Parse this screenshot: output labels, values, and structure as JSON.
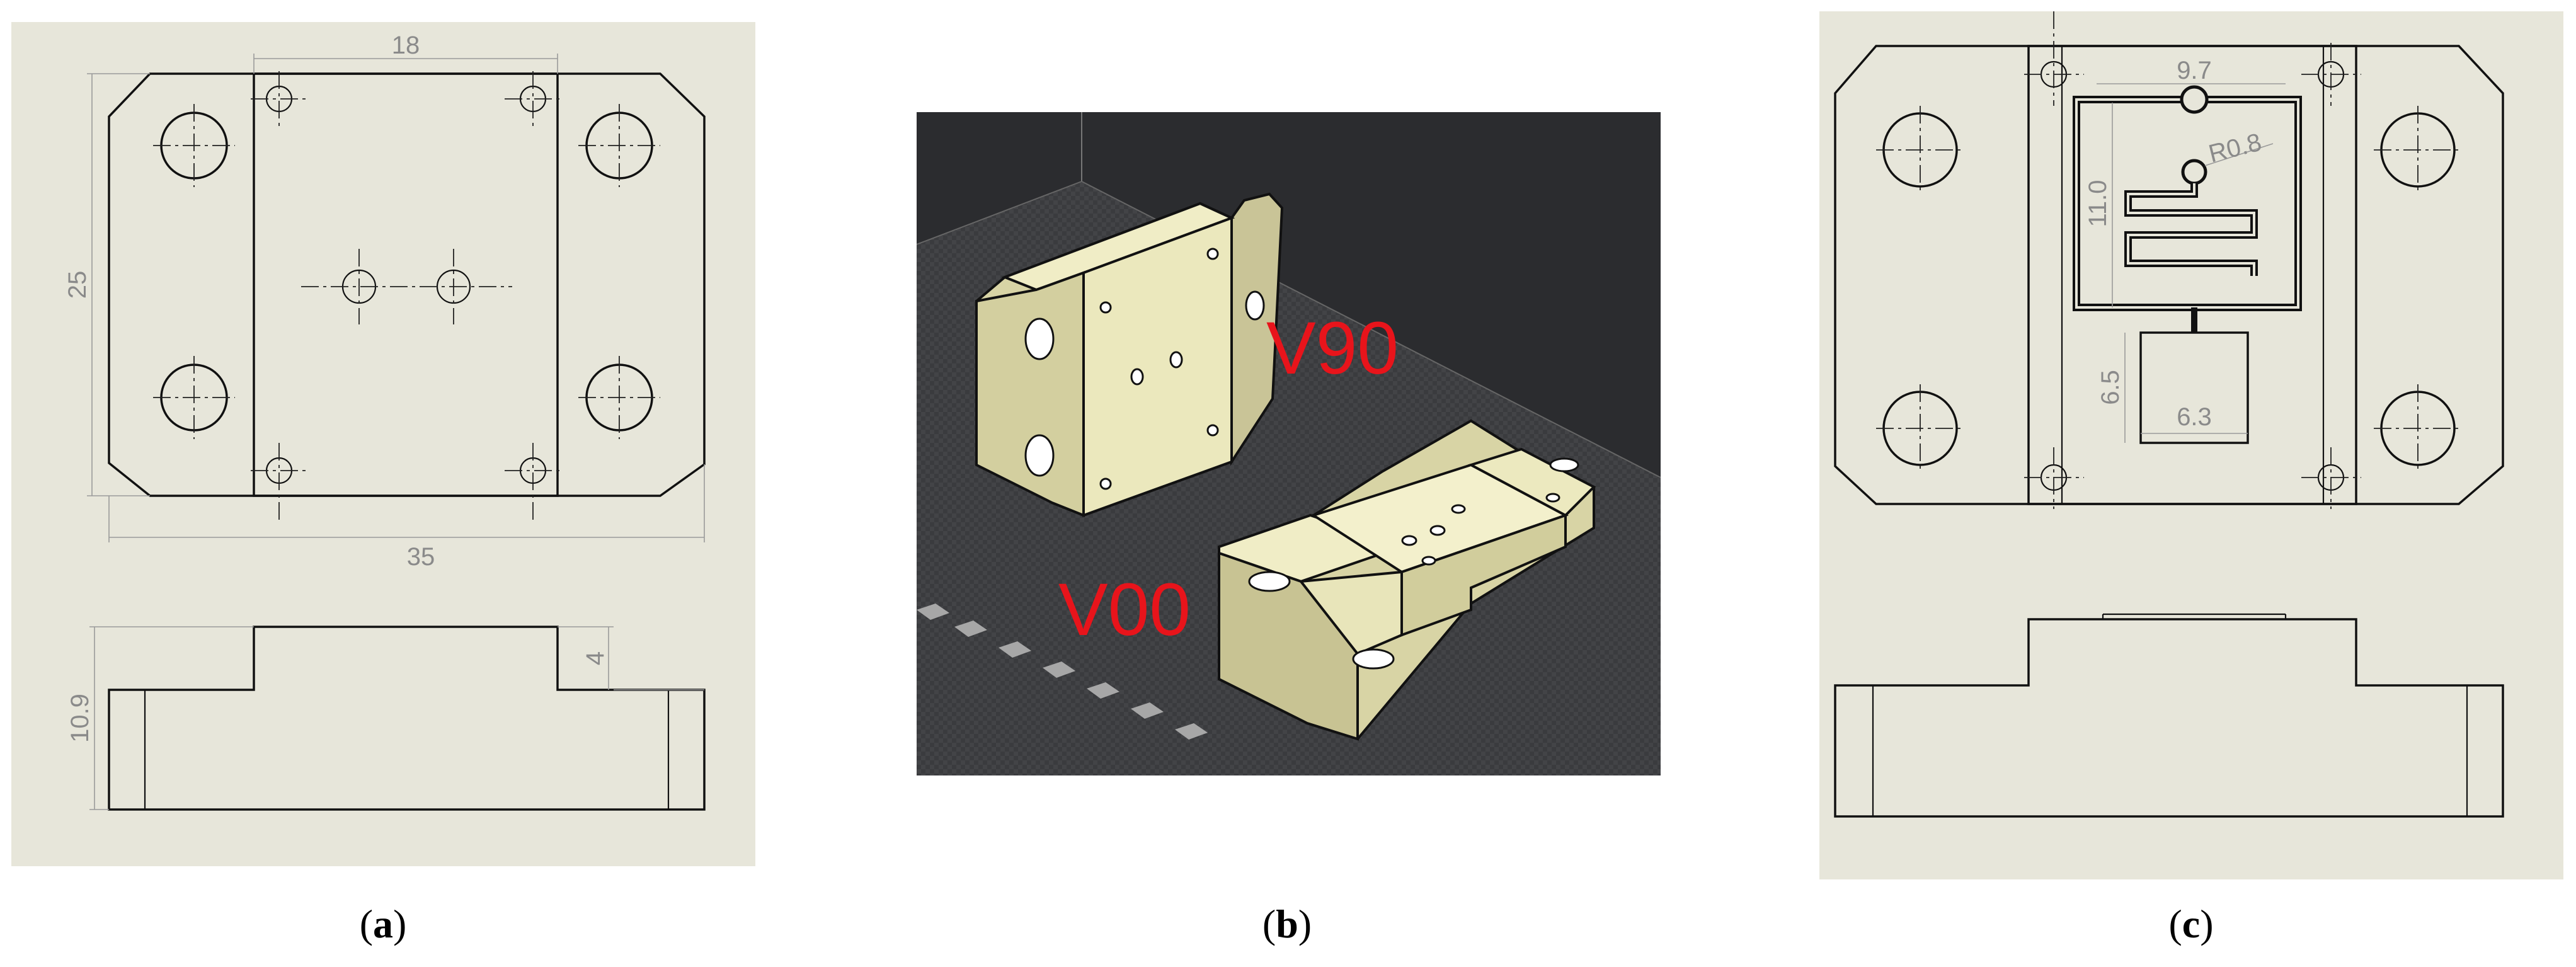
{
  "panel_a": {
    "caption_letter": "a",
    "dims": {
      "top_width": "18",
      "height": "25",
      "width": "35",
      "thickness": "10.9",
      "step": "4"
    }
  },
  "panel_b": {
    "label_v90": "V90",
    "label_v00": "V00",
    "caption_letter": "b",
    "colors": {
      "background": "#2b2c2f",
      "part": "#eeebbe",
      "label": "#e8141b"
    }
  },
  "panel_c": {
    "caption_letter": "c",
    "dims": {
      "channel_width": "9.7",
      "radius": "R0.8",
      "channel_height": "11.0",
      "pad_height": "6.5",
      "pad_width": "6.3"
    }
  }
}
